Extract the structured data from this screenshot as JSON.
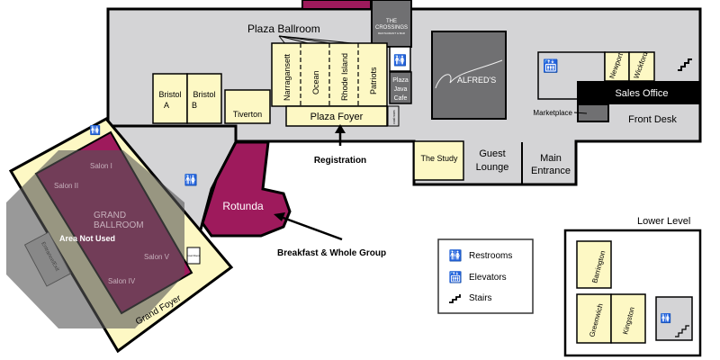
{
  "colors": {
    "floor": "#d4d4d6",
    "room": "#fdf8c4",
    "magenta": "#9e1a5c",
    "dark": "#707072",
    "black": "#000000",
    "overlay": "#555555"
  },
  "rooms": {
    "plaza_ballroom": "Plaza Ballroom",
    "narragansett": "Narragansett",
    "ocean": "Ocean",
    "rhode_island": "Rhode Island",
    "patriots": "Patriots",
    "bristol_a": [
      "Bristol",
      "A"
    ],
    "bristol_b": [
      "Bristol",
      "B"
    ],
    "tiverton": "Tiverton",
    "plaza_foyer": "Plaza Foyer",
    "coat_room": "coat room",
    "plaza_java_cafe": [
      "Plaza",
      "Java",
      "Cafe"
    ],
    "crossings": [
      "THE",
      "CROSSINGS",
      "RESTAURANT & BAR"
    ],
    "alfreds": "ALFRED'S",
    "newport": "Newport",
    "wickford": "Wickford",
    "sales_office": "Sales Office",
    "marketplace": "Marketplace",
    "front_desk": "Front Desk",
    "the_study": "The Study",
    "guest_lounge": [
      "Guest",
      "Lounge"
    ],
    "main_entrance": [
      "Main",
      "Entrance"
    ],
    "rotunda": "Rotunda",
    "salon_1": "Salon I",
    "salon_2": "Salon II",
    "salon_4": "Salon IV",
    "salon_5": "Salon V",
    "grand_ballroom": [
      "GRAND",
      "BALLROOM"
    ],
    "entrance_exit": "Entrance/Exit",
    "grand_foyer": "Grand Foyer",
    "coat_room_2": "Coat Room"
  },
  "annotations": {
    "registration": "Registration",
    "breakfast": "Breakfast & Whole Group",
    "area_not_used": "Area Not Used"
  },
  "legend": {
    "restrooms": "Restrooms",
    "elevators": "Elevators",
    "stairs": "Stairs"
  },
  "lower_level": {
    "title": "Lower Level",
    "barrington": "Barrington",
    "greenwich": "Greenwich",
    "kingston": "Kingston"
  }
}
